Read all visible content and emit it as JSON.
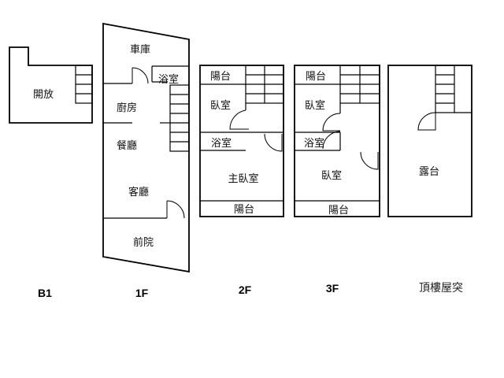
{
  "floors": {
    "b1": {
      "label": "B1",
      "rooms": {
        "open": "開放"
      }
    },
    "f1": {
      "label": "1F",
      "rooms": {
        "garage": "車庫",
        "bath": "浴室",
        "kitchen": "廚房",
        "dining": "餐廳",
        "living": "客廳",
        "front_yard": "前院"
      }
    },
    "f2": {
      "label": "2F",
      "rooms": {
        "balcony_top": "陽台",
        "bedroom": "臥室",
        "bath": "浴室",
        "master_bedroom": "主臥室",
        "balcony_bottom": "陽台"
      }
    },
    "f3": {
      "label": "3F",
      "rooms": {
        "balcony_top": "陽台",
        "bedroom_top": "臥室",
        "bath": "浴室",
        "bedroom": "臥室",
        "balcony_bottom": "陽台"
      }
    },
    "roof": {
      "label": "頂樓屋突",
      "rooms": {
        "terrace": "露台"
      }
    }
  }
}
